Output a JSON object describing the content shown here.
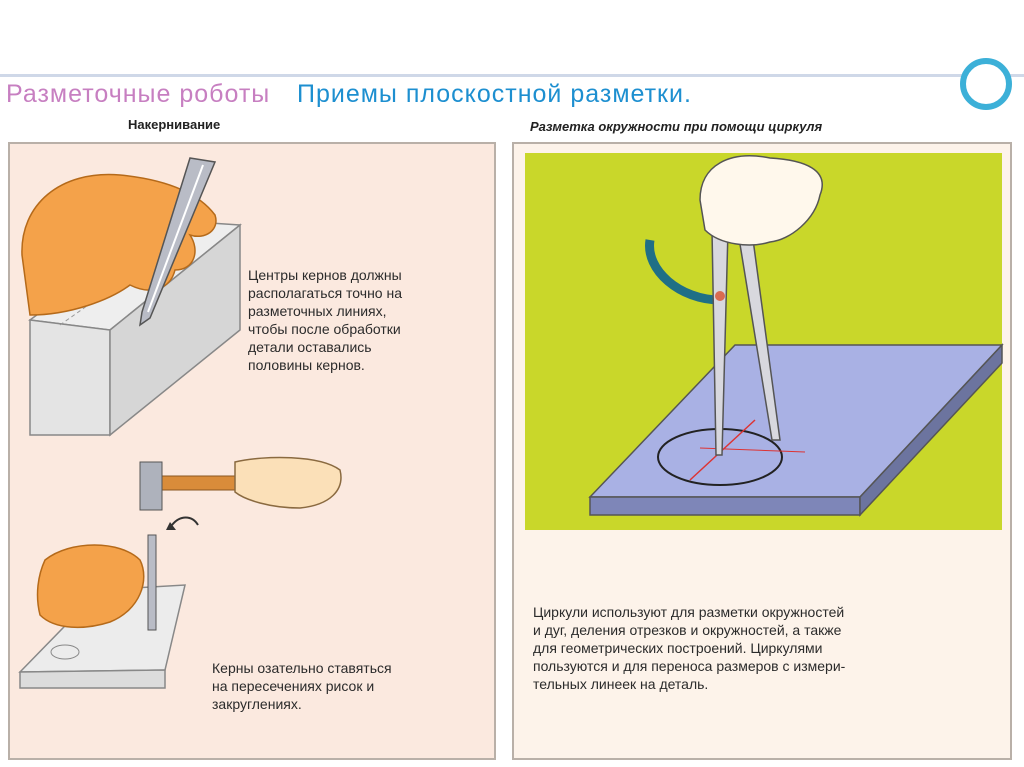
{
  "header": {
    "title_topic": "Разметочные роботы",
    "title_main": "Приемы плоскостной разметки."
  },
  "left_panel": {
    "subtitle": "Накернивание",
    "text_1": "Центры кернов должны\nрасполагаться точно на\nразметочных линиях,\nчтобы после обработки\nдетали оставались\nполовины кернов.",
    "text_2": "Керны озательно ставяться\nна  пересечениях рисок и\nзакруглениях."
  },
  "right_panel": {
    "subtitle": "Разметка  окружности  при  помощи  циркуля",
    "text": "   Циркули используют для разметки окружностей\nи дуг,  деления отрезков и окружностей, а также\nдля геометрических построений. Циркулями\n пользуются и для переноса размеров с измери-\n тельных линеек на деталь."
  },
  "colors": {
    "title_topic": "#c77fc1",
    "title_main": "#1d8fd0",
    "left_bg": "#fbe9df",
    "illustration_bg": "#c9d72a",
    "plate": "#a9b1e4"
  },
  "icons": [
    "hand-icon",
    "center-punch-icon",
    "hammer-icon",
    "compass-icon",
    "metal-plate-icon"
  ]
}
